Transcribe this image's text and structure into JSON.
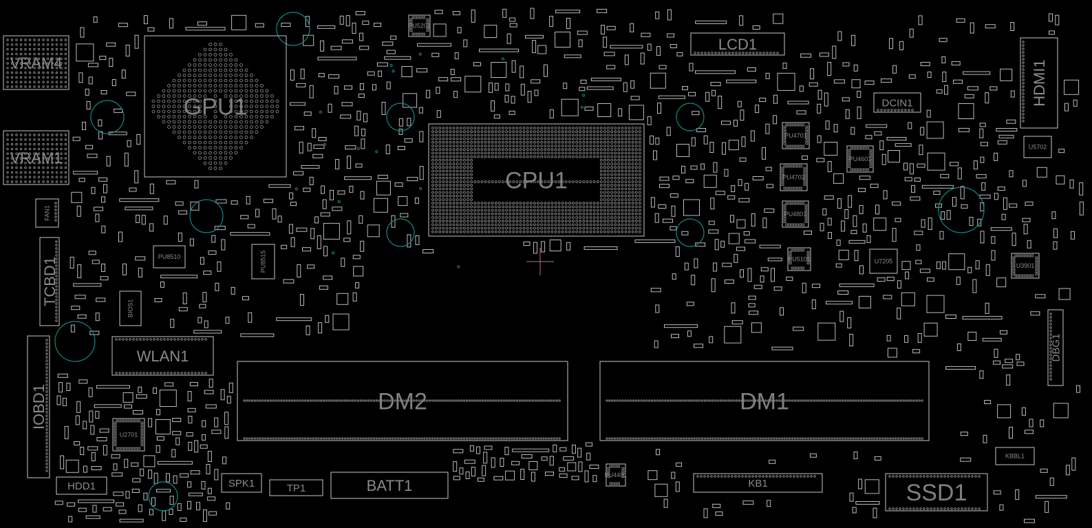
{
  "view": {
    "background": "#000000",
    "outline_color": "#c8c8c8",
    "hole_color": "#138a84",
    "cursor_color": "#c07080"
  },
  "components": {
    "vram4": "VRAM4",
    "vram1": "VRAM1",
    "gpu1": "GPU1",
    "cpu1": "CPU1",
    "lcd1": "LCD1",
    "hdmi1": "HDMI1",
    "dcin1": "DCIN1",
    "fan1": "FAN1",
    "tcbd1": "TCBD1",
    "bios1": "BIOS1",
    "wlan1": "WLAN1",
    "iobd1": "IOBD1",
    "hdd1": "HDD1",
    "spk1": "SPK1",
    "tp1": "TP1",
    "batt1": "BATT1",
    "dm2": "DM2",
    "dm1": "DM1",
    "kb1": "KB1",
    "ssd1": "SSD1",
    "kbbl1": "KBBL1",
    "dbg1": "DBG1",
    "u5702": "U5702",
    "u7205": "U7205",
    "u3901": "U3901",
    "u2701": "U2701",
    "pu8510": "PU8510",
    "pu8515": "PU8515",
    "pu4701": "PU4701",
    "pu4702": "PU4702",
    "pu4601": "PU4601",
    "pu4801": "PU4801",
    "pu5101": "PU5101",
    "pu5201": "PU5201",
    "pu4401": "PU4401"
  }
}
